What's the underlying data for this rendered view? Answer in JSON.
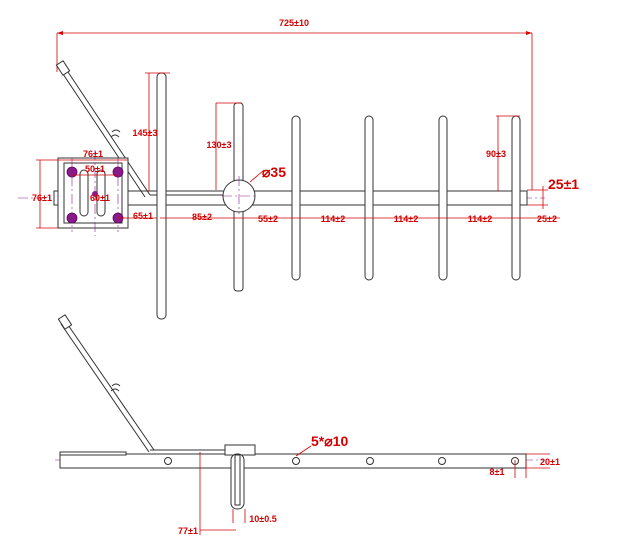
{
  "drawing": {
    "top_view": {
      "overall_length": "725±10",
      "cable_angle": "145±3",
      "bracket_outer_width": "76±1",
      "bracket_inner_width": "50±1",
      "bracket_outer_height": "76±1",
      "bracket_inner_height": "60±1",
      "bracket_offset": "65±1",
      "reflector_to_driven": "85±2",
      "driven_element_length": "130±3",
      "driven_element_diameter": "⌀35",
      "driven_to_first_director": "55±2",
      "director_spacing_1": "114±2",
      "director_spacing_2": "114±2",
      "director_spacing_3": "114±2",
      "boom_end_gap": "25±2",
      "director_length": "90±3",
      "boom_width": "25±1"
    },
    "side_view": {
      "holes": "5*⌀10",
      "hole_end_offset": "8±1",
      "boom_height": "20±1",
      "cable_offset": "77±1",
      "dipole_width": "10±0.5"
    }
  },
  "colors": {
    "dimension": "#d40000",
    "centerline": "#8a1a8a",
    "outline": "#333333"
  }
}
